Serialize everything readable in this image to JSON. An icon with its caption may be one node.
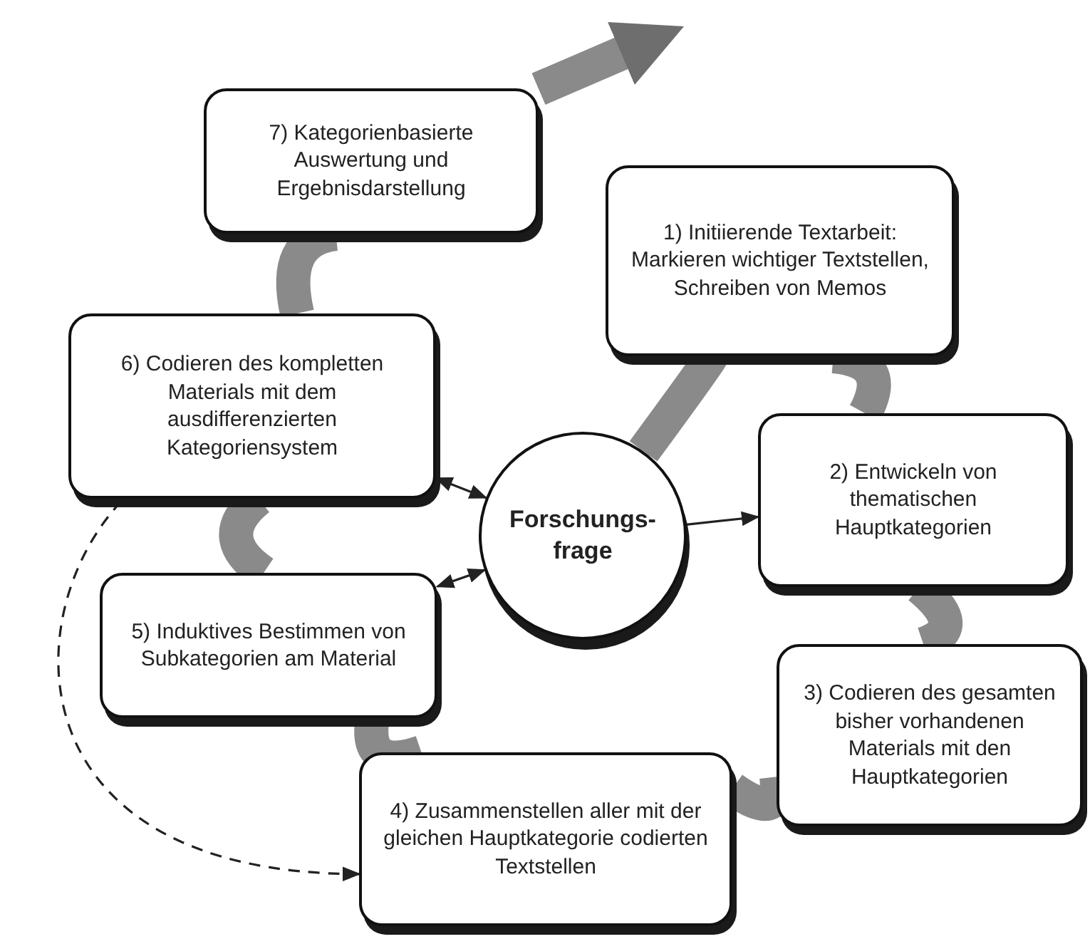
{
  "diagram": {
    "nodes": [
      {
        "text": [
          "7) Kategorienbasierte Auswertung und Ergebnisdarstellung"
        ]
      },
      {
        "text": [
          "1) Initiierende Textarbeit: Markieren wichtiger Textstellen, Schreiben von Memos"
        ]
      },
      {
        "text": [
          "6) Codieren des kompletten Materials mit dem ausdifferenzierten Kategoriensystem"
        ]
      },
      {
        "text": [
          "Forschungs- frage"
        ]
      },
      {
        "text": [
          "2) Entwickeln von thematischen Hauptkategorien"
        ]
      },
      {
        "text": [
          "5) Induktives Bestimmen von Subkategorien am Material"
        ]
      },
      {
        "text": [
          "3) Codieren des gesamten bisher vorhandenen Materials mit den Hauptkategorien"
        ]
      },
      {
        "text": [
          "4) Zusammenstellen aller mit der gleichen Hauptkategorie codierten Textstellen"
        ]
      }
    ],
    "edges": [
      {
        "from": 3,
        "to": 1,
        "arrow": "none"
      },
      {
        "from": 1,
        "to": 4,
        "arrow": "none"
      },
      {
        "from": 4,
        "to": 6,
        "arrow": "none"
      },
      {
        "from": 6,
        "to": 7,
        "arrow": "none"
      },
      {
        "from": 7,
        "to": 5,
        "arrow": "none"
      },
      {
        "from": 5,
        "to": 2,
        "arrow": "none"
      },
      {
        "from": 2,
        "to": 0,
        "arrow": "none"
      },
      {
        "from": 0,
        "to": null,
        "arrow": "to"
      },
      {
        "from": 2,
        "to": 3,
        "arrow": "both",
        "color": "#222222"
      },
      {
        "from": 3,
        "to": 4,
        "arrow": "to",
        "color": "#222222"
      },
      {
        "from": 5,
        "to": 3,
        "arrow": "both",
        "color": "#222222"
      },
      {
        "from": 2,
        "to": 7,
        "arrow": "to",
        "style": "dashed",
        "color": "#222222"
      }
    ]
  }
}
